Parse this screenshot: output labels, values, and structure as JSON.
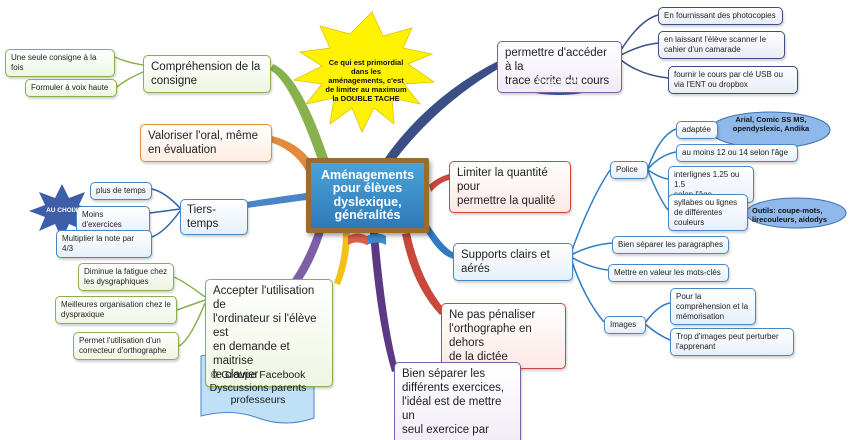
{
  "center": {
    "lines": [
      "Aménagements",
      "pour élèves",
      "dyslexique,",
      "généralités"
    ]
  },
  "star_callout": {
    "lines": [
      "Ce qui est primordial",
      "dans les",
      "aménagements, c'est",
      "de limiter au maximum",
      "la DOUBLE TACHE"
    ]
  },
  "branches": {
    "comprehension": {
      "lines": [
        "Compréhension de la",
        "consigne"
      ],
      "leaves": [
        {
          "text": "Une seule consigne à la fois"
        },
        {
          "text": "Formuler à voix haute"
        }
      ]
    },
    "oral": {
      "lines": [
        "Valoriser l'oral, même",
        "en évaluation"
      ]
    },
    "tiers_temps": {
      "label": "Tiers-temps",
      "choice_label": "AU CHOIX",
      "leaves": [
        {
          "text": "plus de temps"
        },
        {
          "text": "Moins d'exercices"
        },
        {
          "text": "Multiplier la note par 4/3"
        }
      ]
    },
    "ordinateur": {
      "lines": [
        "Accepter l'utilisation de",
        "l'ordinateur si l'élève est",
        "en demande et maitrise",
        "le clavier"
      ],
      "leaves": [
        {
          "lines": [
            "Diminue la fatigue chez",
            "les dysgraphiques"
          ]
        },
        {
          "lines": [
            "Meilleures organisation chez le",
            "dyspraxique"
          ]
        },
        {
          "lines": [
            "Permet l'utilisation d'un",
            "correcteur d'orthographe"
          ]
        }
      ]
    },
    "trace_ecrite": {
      "lines": [
        "permettre d'accéder à la",
        "trace écrite du cours"
      ],
      "note_lines": [
        "Et aux devoirs",
        "maisons !"
      ],
      "leaves": [
        {
          "lines": [
            "En fournissant des photocopies"
          ]
        },
        {
          "lines": [
            "en laissant l'élève scanner le",
            "cahier d'un camarade"
          ]
        },
        {
          "lines": [
            "fournir le cours par clé USB ou",
            "via l'ENT ou dropbox"
          ]
        }
      ]
    },
    "quantite": {
      "lines": [
        "Limiter la quantité pour",
        "permettre la qualité"
      ]
    },
    "supports": {
      "label": "Supports clairs et aérés",
      "police": {
        "label": "Police",
        "adaptee": "adaptée",
        "adaptee_note": [
          "Arial, Comic SS MS,",
          "opendyslexic, Andika"
        ],
        "taille": "au moins 12 ou 14 selon l'âge",
        "interlignes": [
          "interlignes 1.25 ou 1.5",
          "selon l'âge"
        ],
        "syllabes": [
          "syllabes ou lignes",
          "de différentes",
          "couleurs"
        ],
        "outils": [
          "Outils: coupe-mots,",
          "lirecouleurs, aidodys"
        ]
      },
      "paragraphes": "Bien séparer les paragraphes",
      "mots_cles": "Mettre en valeur les mots-clés",
      "images": {
        "label": "Images",
        "leaves": [
          {
            "lines": [
              "Pour la",
              "compréhension et la",
              "mémorisation"
            ]
          },
          {
            "lines": [
              "Trop d'images peut perturber",
              "l'apprenant"
            ]
          }
        ]
      }
    },
    "orthographe": {
      "lines": [
        "Ne pas pénaliser",
        "l'orthographe en dehors",
        "de la dictée"
      ]
    },
    "exercices": {
      "lines": [
        "Bien séparer les",
        "différents exercices,",
        "l'idéal est de mettre un",
        "seul exercice par page"
      ]
    }
  },
  "credit": {
    "lines": [
      "© Groupe Facebook",
      "Dyscussions parents",
      "professeurs"
    ]
  },
  "colors": {
    "green": "#86b14d",
    "orange": "#e38a3f",
    "blue": "#4a86c7",
    "purple": "#7d5fa6",
    "dark_blue": "#3b4f86",
    "red": "#c9483c",
    "center_fill": "#3a8dc9",
    "star": "#fff200",
    "ellipse": "#3f5ea8"
  }
}
